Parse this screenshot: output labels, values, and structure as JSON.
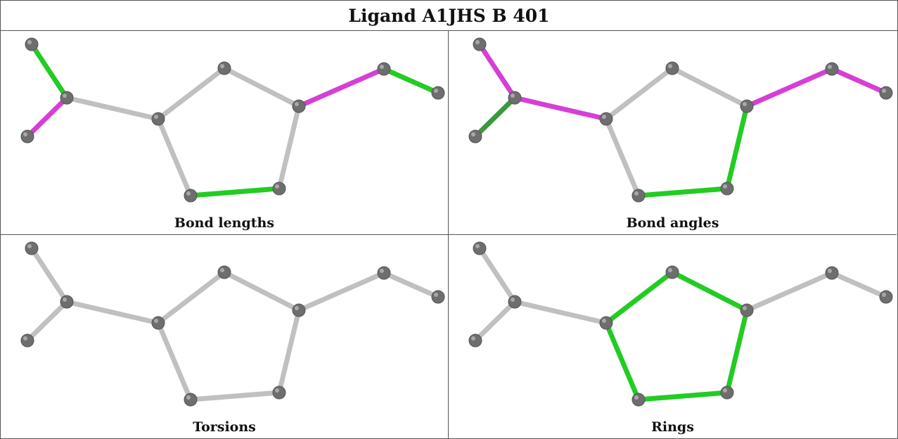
{
  "title": "Ligand A1JHS B 401",
  "colors": {
    "default": "#c0c0c0",
    "ok": "#22cc22",
    "outlier": "#d63fd6",
    "ok_dark": "#3a9a3a",
    "atom": "#6e6e6e"
  },
  "panels": [
    {
      "label": "Bond lengths",
      "bond_colors": [
        "ok",
        "outlier",
        "default",
        "default",
        "default",
        "default",
        "ok",
        "default",
        "outlier",
        "ok"
      ]
    },
    {
      "label": "Bond angles",
      "bond_colors": [
        "outlier",
        "ok_dark",
        "outlier",
        "default",
        "default",
        "default",
        "ok",
        "ok",
        "outlier",
        "outlier"
      ]
    },
    {
      "label": "Torsions",
      "bond_colors": [
        "default",
        "default",
        "default",
        "default",
        "default",
        "default",
        "default",
        "default",
        "default",
        "default"
      ]
    },
    {
      "label": "Rings",
      "bond_colors": [
        "default",
        "default",
        "default",
        "ok",
        "ok",
        "ok",
        "ok",
        "ok",
        "default",
        "default"
      ]
    }
  ]
}
